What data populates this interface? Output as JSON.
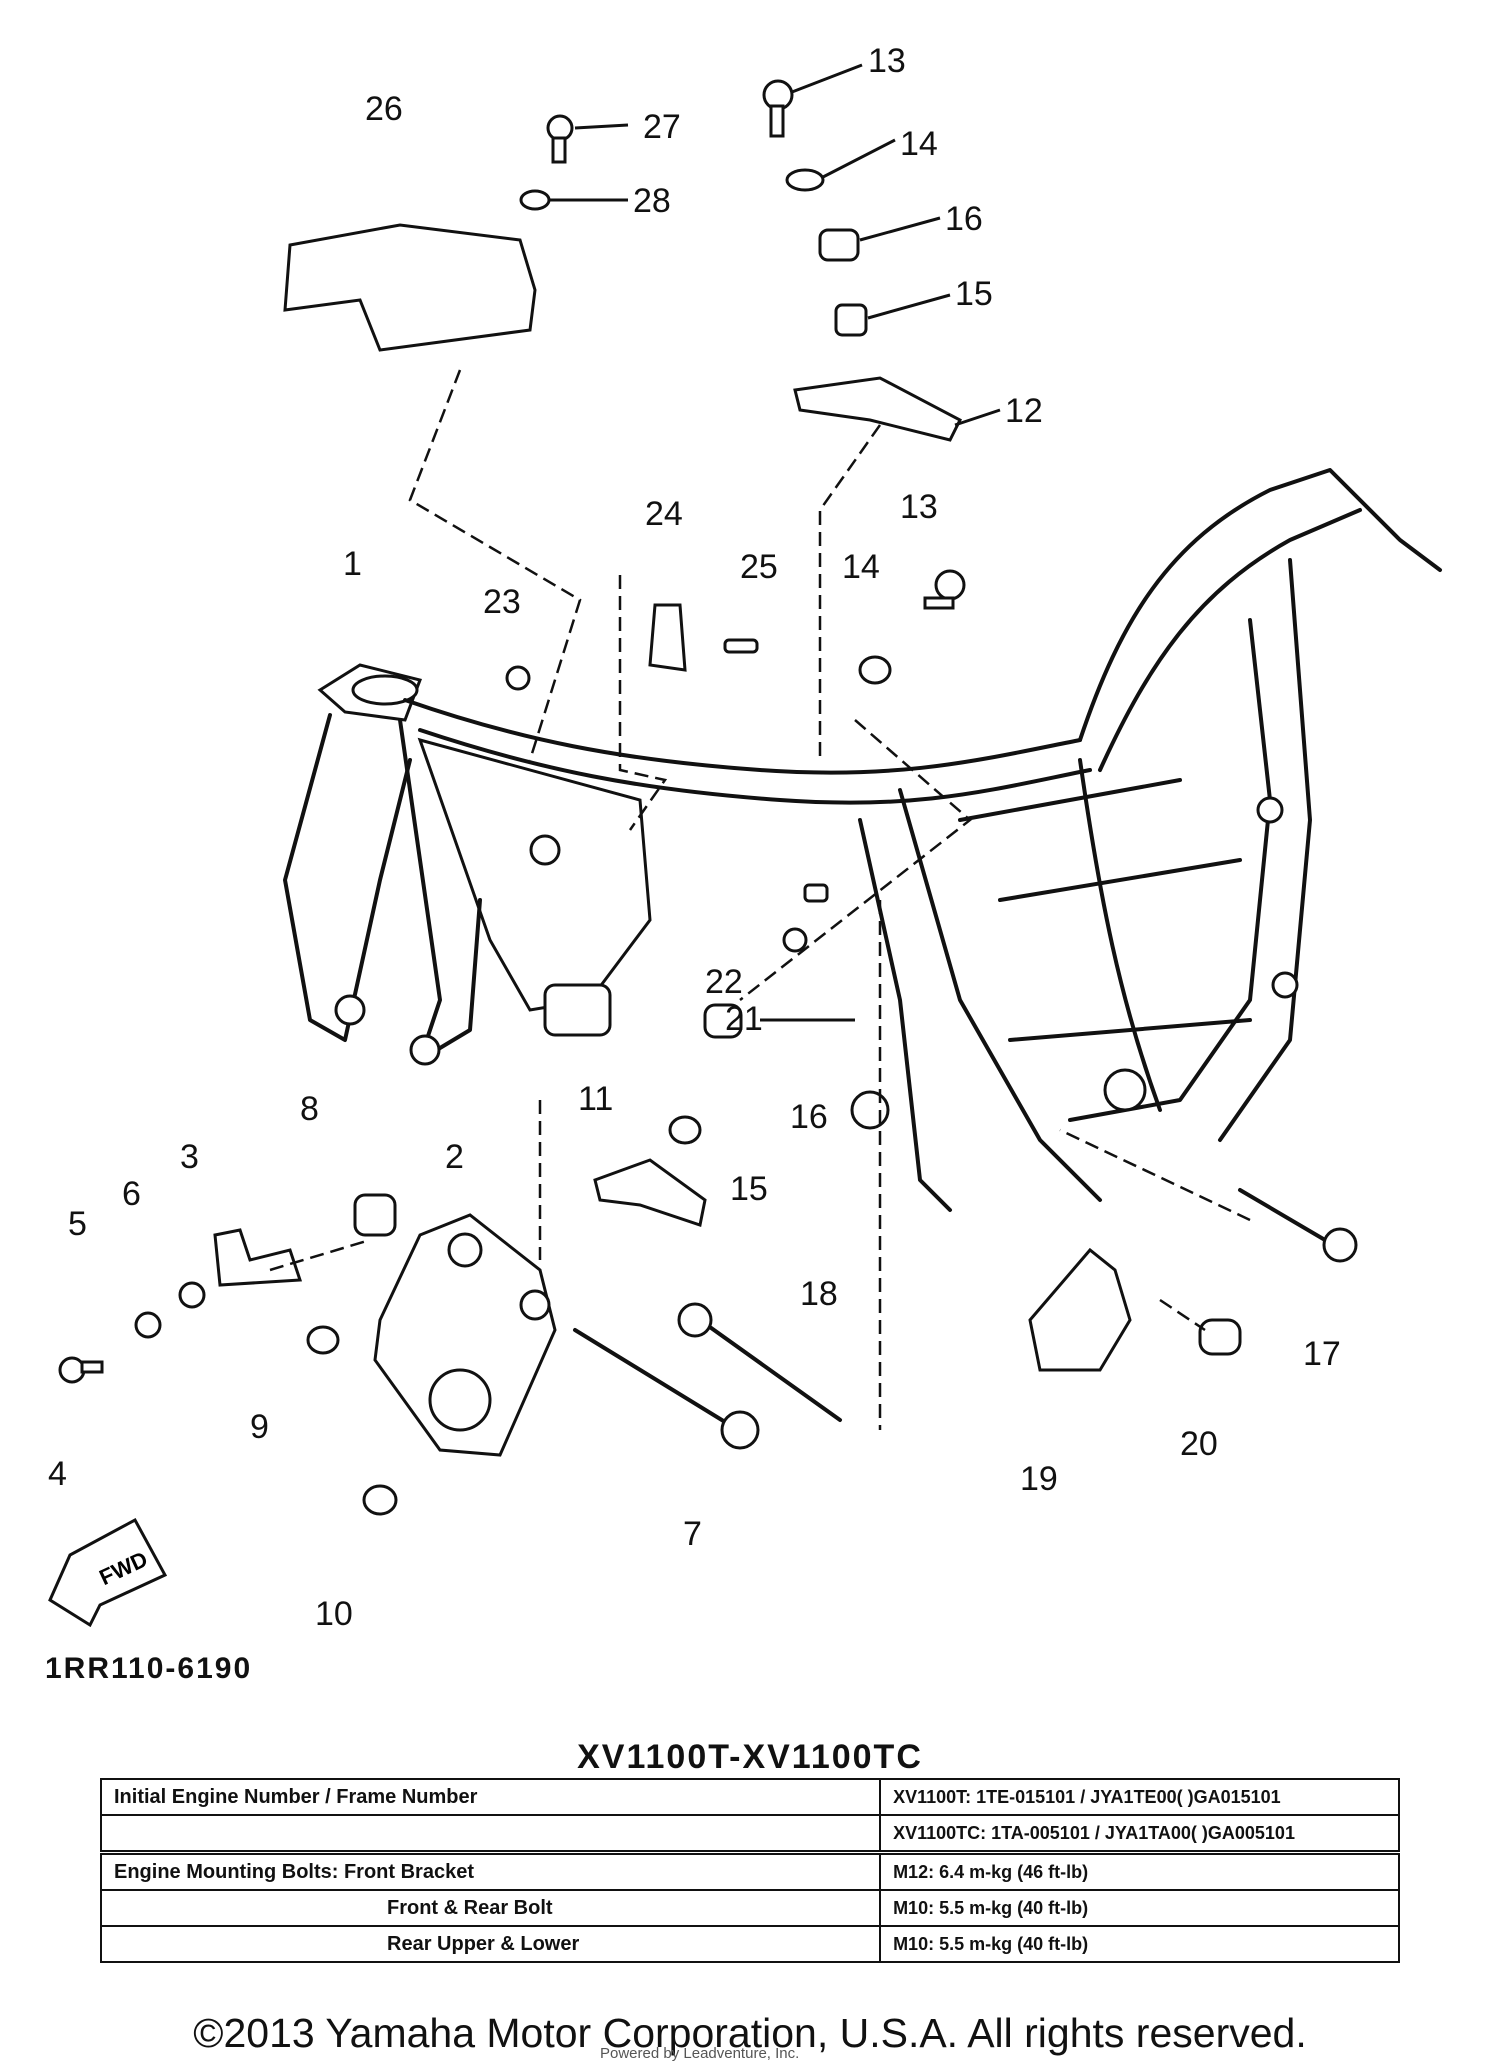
{
  "diagram": {
    "code": "1RR110-6190",
    "fwd_label": "FWD",
    "part_labels": [
      "1",
      "2",
      "3",
      "4",
      "5",
      "6",
      "7",
      "8",
      "9",
      "10",
      "11",
      "12",
      "13",
      "13",
      "14",
      "14",
      "15",
      "15",
      "16",
      "16",
      "17",
      "18",
      "19",
      "20",
      "21",
      "22",
      "23",
      "24",
      "25",
      "26",
      "27",
      "28"
    ]
  },
  "table": {
    "title": "XV1100T-XV1100TC",
    "rows": [
      {
        "left": "Initial Engine Number / Frame Number",
        "right": "XV1100T: 1TE-015101 / JYA1TE00( )GA015101"
      },
      {
        "left": "",
        "right": "XV1100TC: 1TA-005101 / JYA1TA00( )GA005101"
      },
      {
        "left": "Engine Mounting Bolts: Front Bracket",
        "right": "M12: 6.4 m-kg (46 ft-lb)"
      },
      {
        "left": "Front & Rear Bolt",
        "right": "M10: 5.5 m-kg (40 ft-lb)"
      },
      {
        "left": "Rear Upper & Lower",
        "right": "M10: 5.5 m-kg (40 ft-lb)"
      }
    ]
  },
  "footer": {
    "copyright": "©2013 Yamaha Motor Corporation, U.S.A. All rights reserved.",
    "watermark": "Powered by Leadventure, Inc."
  }
}
